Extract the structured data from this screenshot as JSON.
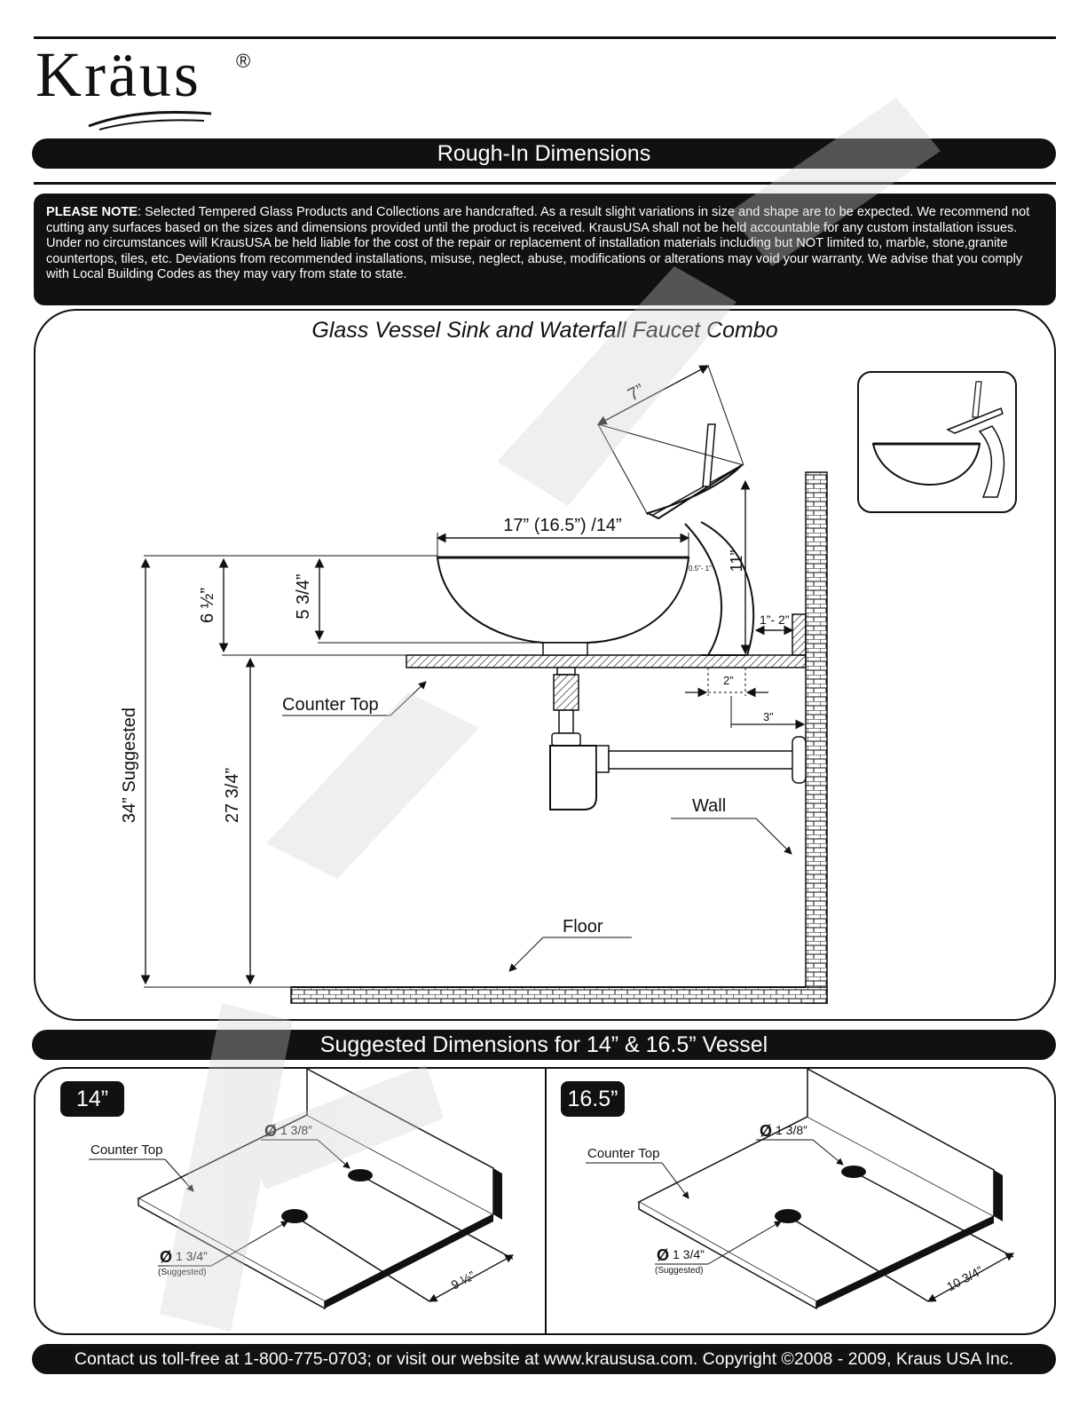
{
  "brand": {
    "name": "Kräus",
    "registered_mark": "®"
  },
  "header_title": "Rough-In Dimensions",
  "notice": {
    "label": "PLEASE NOTE",
    "text": ": Selected Tempered Glass Products and Collections are handcrafted.  As a result slight variations in size and shape are to be expected. We recommend not cutting any surfaces based on the sizes and dimensions provided until the product is received.  KrausUSA shall not be held accountable for any custom installation issues. Under no circumstances will KrausUSA be held liable for the cost of the repair or replacement of installation materials including but NOT limited to, marble, stone,granite countertops, tiles, etc.  Deviations from recommended installations, misuse, neglect, abuse, modifications or alterations may void your warranty. We advise that you comply with Local Building  Codes as they may vary from state to state."
  },
  "main_diagram": {
    "title": "Glass Vessel Sink and Waterfall Faucet Combo",
    "dimensions": {
      "faucet_spout_width": "7”",
      "sink_diameter": "17” (16.5”) /14”",
      "total_sink_height": "6 ½”",
      "bowl_depth": "5 3/4”",
      "faucet_height": "11”",
      "rim_gap": "0.5”- 1”",
      "wall_gap": "1”- 2”",
      "faucet_base_offset": "2”",
      "drain_wall_offset": "3”",
      "suggested_height": "34” Suggested",
      "counter_height": "27 3/4”"
    },
    "labels": {
      "counter_top": "Counter Top",
      "wall": "Wall",
      "floor": "Floor"
    }
  },
  "sub_section": {
    "title": "Suggested Dimensions for 14” & 16.5” Vessel",
    "panels": [
      {
        "tag": "14”",
        "counter_label": "Counter Top",
        "faucet_hole": "1 3/8”",
        "drain_hole": "1 3/4”",
        "drain_note": "(Suggested)",
        "spacing": "9 ½”"
      },
      {
        "tag": "16.5”",
        "counter_label": "Counter Top",
        "faucet_hole": "1 3/8”",
        "drain_hole": "1 3/4”",
        "drain_note": "(Suggested)",
        "spacing": "10 3/4”"
      }
    ]
  },
  "footer": "Contact us toll-free at 1-800-775-0703; or visit our website at www.kraususa.com. Copyright ©2008 - 2009, Kraus USA Inc."
}
